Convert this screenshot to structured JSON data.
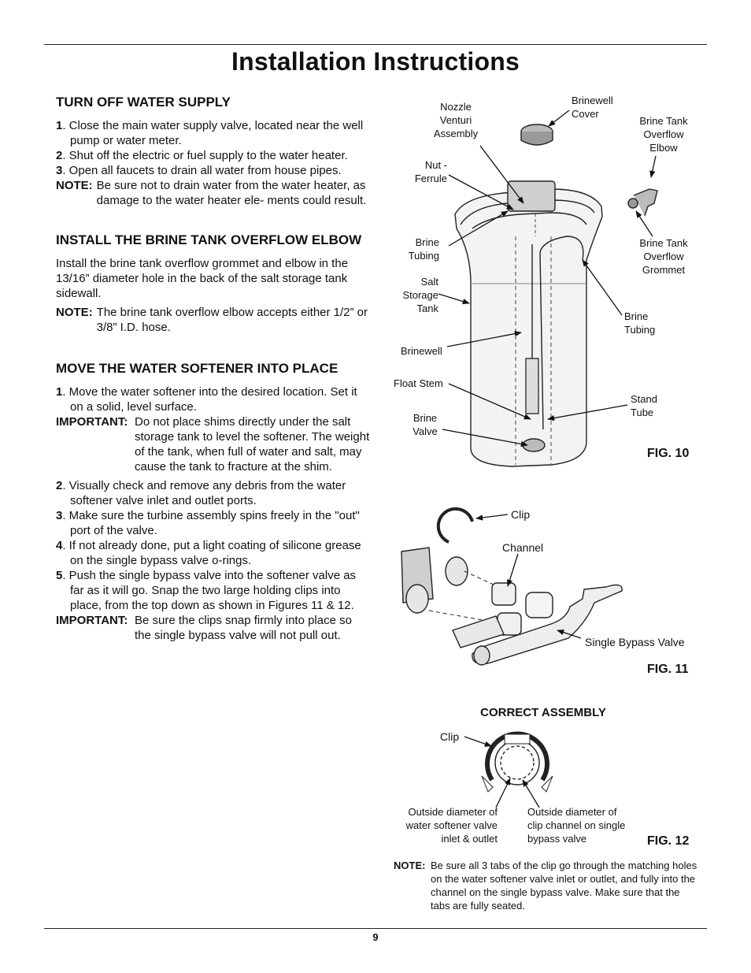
{
  "page": {
    "title": "Installation Instructions",
    "page_number": "9"
  },
  "sections": [
    {
      "heading": "TURN OFF WATER SUPPLY",
      "items": [
        {
          "num": "1",
          "text": ". Close the main water supply valve, located near the well pump or water meter."
        },
        {
          "num": "2",
          "text": ". Shut off the electric or fuel supply to the water heater."
        },
        {
          "num": "3",
          "text": ". Open all faucets to drain all water from house pipes."
        }
      ],
      "note_label": "NOTE:",
      "note_text": "Be sure not to drain water from the water heater, as damage to the water heater ele- ments could result."
    },
    {
      "heading": "INSTALL THE BRINE TANK OVERFLOW ELBOW",
      "body": "Install the brine tank overflow grommet and elbow in the 13/16” diameter hole in the back of the salt storage tank sidewall.",
      "note_label": "NOTE:",
      "note_text": "The brine tank overflow elbow accepts either 1/2” or 3/8” I.D. hose."
    },
    {
      "heading": "MOVE THE WATER SOFTENER INTO PLACE",
      "item1": {
        "num": "1",
        "text": ". Move the water softener into the desired location. Set it on a solid, level surface."
      },
      "important1_label": "IMPORTANT:",
      "important1_text": "Do not place shims directly under the salt storage tank to level the softener. The weight of the tank, when full of water and salt, may cause the tank to fracture at the shim.",
      "items": [
        {
          "num": "2",
          "text": ". Visually check and remove any debris from the water softener valve inlet and outlet ports."
        },
        {
          "num": "3",
          "text": ". Make sure the turbine assembly spins freely in the \"out\" port of the valve."
        },
        {
          "num": "4",
          "text": ". If not already done, put a light coating of silicone grease on the single bypass valve o-rings."
        },
        {
          "num": "5",
          "text": ". Push the single bypass valve into the softener valve as far as it will go.  Snap the two large holding clips into place, from the top down as shown in Figures 11 & 12."
        }
      ],
      "important2_label": "IMPORTANT:",
      "important2_text": "Be sure the clips snap firmly into place so the single bypass valve will not pull out."
    }
  ],
  "fig10": {
    "label": "FIG. 10",
    "callouts": {
      "nozzle_venturi": "Nozzle Venturi Assembly",
      "brinewell_cover": "Brinewell Cover",
      "overflow_elbow": "Brine Tank Overflow Elbow",
      "nut_ferrule": "Nut - Ferrule",
      "brine_tubing_left": "Brine Tubing",
      "overflow_grommet": "Brine Tank Overflow Grommet",
      "salt_storage_tank": "Salt Storage Tank",
      "brine_tubing_right": "Brine Tubing",
      "brinewell": "Brinewell",
      "float_stem": "Float Stem",
      "stand_tube": "Stand Tube",
      "brine_valve": "Brine Valve"
    }
  },
  "fig11": {
    "label": "FIG. 11",
    "callouts": {
      "clip": "Clip",
      "channel": "Channel",
      "single_bypass_valve": "Single Bypass Valve"
    }
  },
  "fig12": {
    "label": "FIG. 12",
    "heading": "CORRECT ASSEMBLY",
    "callouts": {
      "clip": "Clip",
      "outside_softener": "Outside diameter of water softener valve inlet & outlet",
      "outside_channel": "Outside diameter of clip channel on single bypass valve"
    },
    "note_label": "NOTE:",
    "note_text": "Be sure all 3 tabs of the clip go through the matching holes on the water softener valve inlet or outlet, and fully into the channel on the single bypass valve. Make sure that the tabs are fully seated."
  }
}
